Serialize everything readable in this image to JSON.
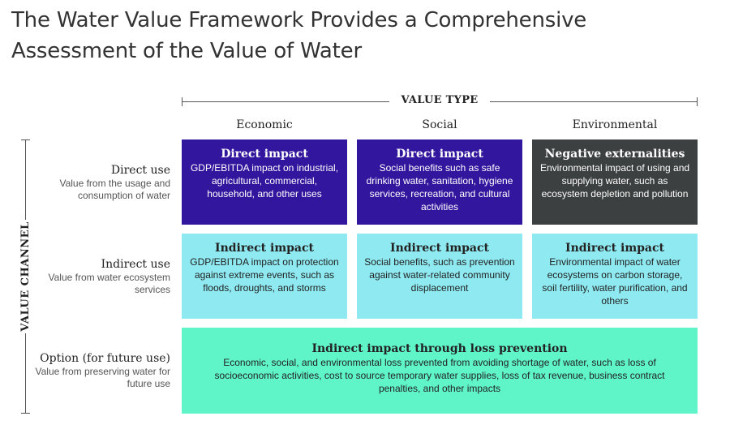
{
  "title": "The Water Value Framework Provides a Comprehensive Assessment of the Value of Water",
  "value_type_label": "VALUE TYPE",
  "value_channel_label": "VALUE CHANNEL",
  "columns": [
    "Economic",
    "Social",
    "Environmental"
  ],
  "rows": [
    {
      "name": "Direct use",
      "desc": "Value from the usage and consumption of water"
    },
    {
      "name": "Indirect use",
      "desc": "Value from water ecosystem services"
    },
    {
      "name": "Option (for future use)",
      "desc": "Value from preserving water for future use"
    }
  ],
  "cells": {
    "direct_economic": {
      "title": "Direct impact",
      "text": "GDP/EBITDA impact on industrial, agricultural, commercial, household, and other uses"
    },
    "direct_social": {
      "title": "Direct impact",
      "text": "Social benefits such as safe drinking water, sanitation, hygiene services, recreation, and cultural activities"
    },
    "direct_environmental": {
      "title": "Negative externalities",
      "text": "Environmental impact of using and supplying water, such as ecosystem depletion and pollution"
    },
    "indirect_economic": {
      "title": "Indirect impact",
      "text": "GDP/EBITDA impact on protection against extreme events, such as floods, droughts, and storms"
    },
    "indirect_social": {
      "title": "Indirect impact",
      "text": "Social benefits, such as prevention against water-related community displacement"
    },
    "indirect_environmental": {
      "title": "Indirect impact",
      "text": "Environmental impact of water ecosystems on carbon storage, soil fertility, water purification, and others"
    },
    "option": {
      "title": "Indirect impact through loss prevention",
      "text": "Economic, social, and environmental loss prevented from avoiding shortage of water, such as loss of socioeconomic activities, cost to source temporary water supplies, loss of tax revenue, business contract penalties, and other impacts"
    }
  },
  "colors": {
    "direct": "#33169e",
    "negative": "#3d4040",
    "indirect": "#8ee9f1",
    "option": "#5ff5c9"
  }
}
